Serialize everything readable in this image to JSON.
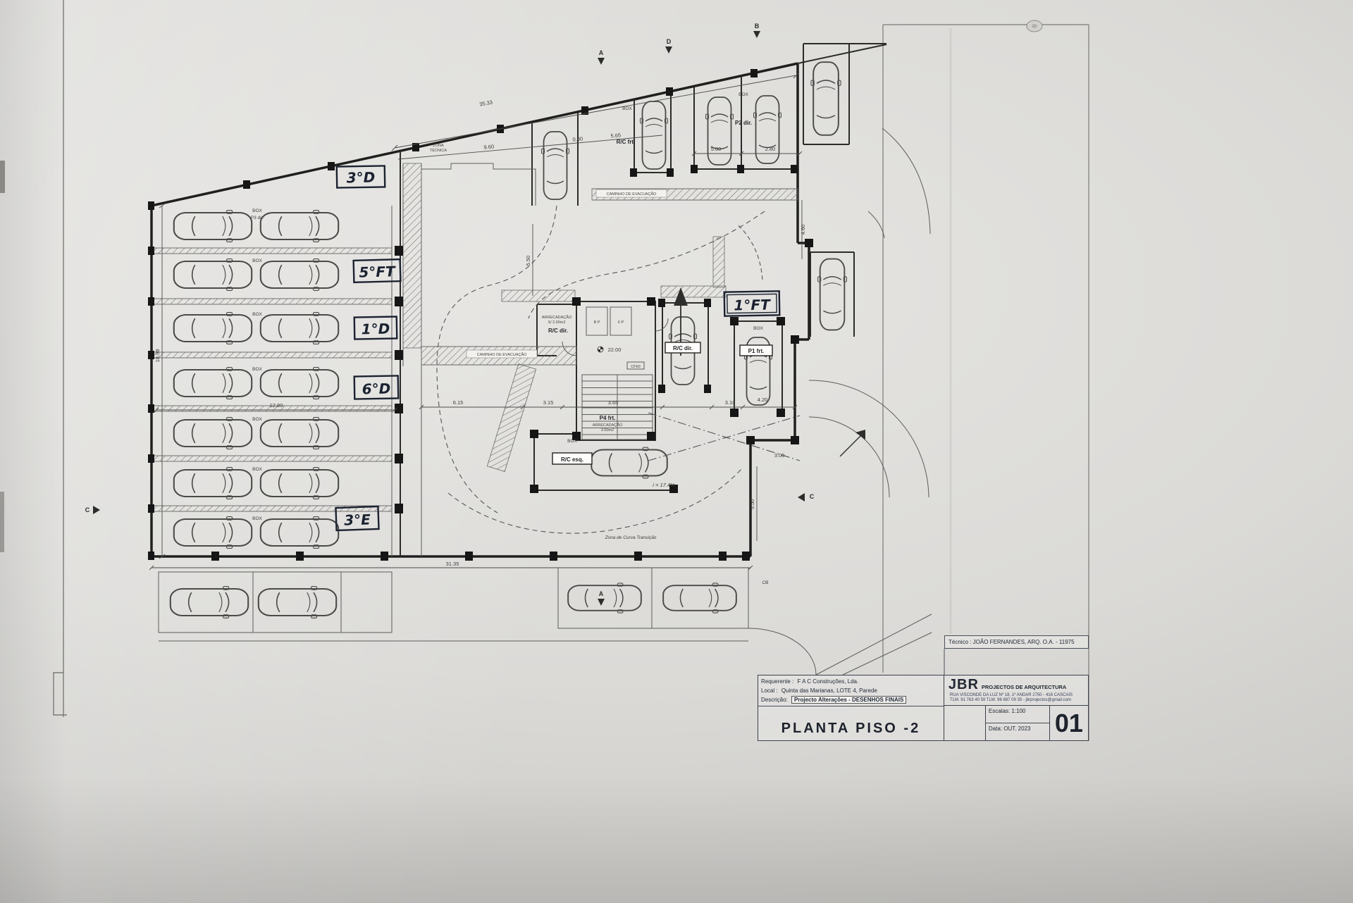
{
  "sheet": {
    "drawing_title": "PLANTA PISO -2",
    "sheet_number": "01"
  },
  "annotations": {
    "floor_3d": "3°D",
    "floor_5ft": "5°FT",
    "floor_1d": "1°D",
    "floor_6d": "6°D",
    "floor_3e": "3°E",
    "floor_1ft": "1°FT"
  },
  "labels": {
    "box": "BOX",
    "p3_dir": "P3 dir.",
    "p2_dir": "P2 dir.",
    "rc_frt": "R/C frt.",
    "rc_dir": "R/C dir.",
    "rc_dir_store": "R/C dir.",
    "rc_esq": "R/C esq.",
    "p1_frt": "P1 frt.",
    "p4_frt": "P4 frt.",
    "arrecadacao": "ARRECADAÇÃO",
    "arrecadacao_area_small": "S/ 2.00m2",
    "arrecadacao2": "ARRECADAÇÃO",
    "arrecadacao_area": "3.50m2",
    "zona_line1": "ZONA",
    "zona_line2": "TÉCNICA",
    "caminho": "CAMINHO DE EVACUAÇÃO",
    "elev_left": "B P",
    "elev_right": "6 P",
    "cf60": "CF60",
    "slope": "i = 17.4%",
    "curve_zone": "Zona de Curva Transição",
    "level_value": "22.00"
  },
  "dims": {
    "d3533": "35.33",
    "d960": "9.60",
    "d000": "0.00",
    "d565": "5.65",
    "d500": "5.00",
    "d280": "2.80",
    "d1898": "18.98",
    "d1280": "12.80",
    "d615": "6.15",
    "d315": "3.15",
    "d365": "3.65",
    "d310": "3.10",
    "d420": "4.20",
    "d300": "3.00",
    "d550": "5.50",
    "d550b": "5.50",
    "d460": "4.60",
    "d3135": "31.35"
  },
  "axes": {
    "a": "A",
    "b": "B",
    "c_left": "C",
    "c_right": "C",
    "d": "D",
    "cb": "CB",
    "a_bottom": "A"
  },
  "title_block": {
    "tecnico": "Técnico : JOÃO FERNANDES, ARQ.   O.A. - 11975",
    "firm_initials": "JBR",
    "firm_name": "PROJECTOS DE ARQUITECTURA",
    "firm_address1": "RUA VISCONDE DA LUZ Nº 18, 1º ANDAR   2750 - 416   CASCAIS",
    "firm_address2": "TLM. 91 763 40 59   TLM. 96 687 09 35  -  jbrprojectos@gmail.com",
    "requerente_label": "Requerente :",
    "requerente_value": "F A C Construções, Lda.",
    "local_label": "Local :",
    "local_value": "Quinta das Marianas, LOTE 4, Parede",
    "descricao_label": "Descrição:",
    "descricao_value": "Projecto Alterações - DESENHOS FINAIS",
    "escala": "Escalas: 1:100",
    "data": "Data: OUT. 2023"
  }
}
